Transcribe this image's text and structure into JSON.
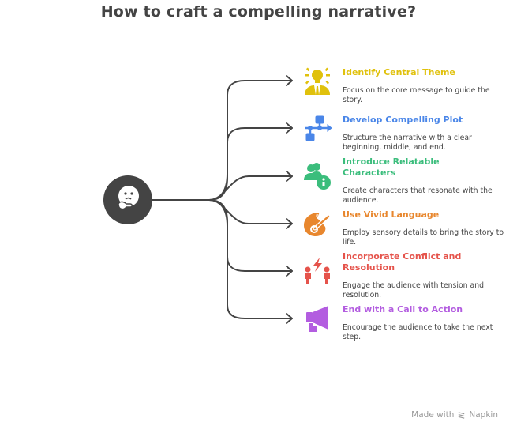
{
  "title": "How to craft a compelling narrative?",
  "center_icon": "thinking-face-icon",
  "items": [
    {
      "title": "Identify Central Theme",
      "desc": "Focus on the core message to guide the story.",
      "color": "#e0c10c",
      "icon": "lightbulb-person-icon"
    },
    {
      "title": "Develop Compelling Plot",
      "desc": "Structure the narrative with a clear beginning, middle, and end.",
      "color": "#4a86e8",
      "icon": "flowchart-icon"
    },
    {
      "title": "Introduce Relatable Characters",
      "desc": "Create characters that resonate with the audience.",
      "color": "#3bbd7c",
      "icon": "users-info-icon"
    },
    {
      "title": "Use Vivid Language",
      "desc": "Employ sensory details to bring the story to life.",
      "color": "#e8872e",
      "icon": "palette-brush-icon"
    },
    {
      "title": "Incorporate Conflict and Resolution",
      "desc": "Engage the audience with tension and resolution.",
      "color": "#e5534b",
      "icon": "conflict-people-icon"
    },
    {
      "title": "End with a Call to Action",
      "desc": "Encourage the audience to take the next step.",
      "color": "#b35de0",
      "icon": "megaphone-icon"
    }
  ],
  "footer": {
    "made_with": "Made with",
    "brand": "Napkin"
  }
}
